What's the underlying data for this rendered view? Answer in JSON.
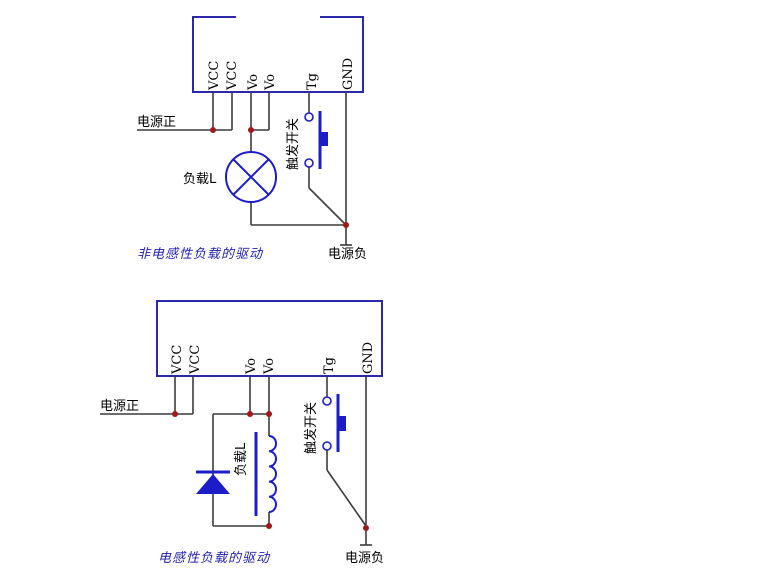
{
  "diagram1": {
    "pins": [
      "VCC",
      "VCC",
      "Vo",
      "Vo",
      "Tg",
      "GND"
    ],
    "power_positive": "电源正",
    "power_negative": "电源负",
    "switch_label": "触发开关",
    "load_label": "负载L",
    "caption": "非电感性负载的驱动"
  },
  "diagram2": {
    "pins": [
      "VCC",
      "VCC",
      "Vo",
      "Vo",
      "Tg",
      "GND"
    ],
    "power_positive": "电源正",
    "power_negative": "电源负",
    "switch_label": "触发开关",
    "load_label": "负载L",
    "caption": "电感性负载的驱动"
  },
  "colors": {
    "chip_border": "#2a2aa8",
    "component": "#1c1cc8",
    "junction": "#a01818",
    "caption": "#1e1eb0"
  }
}
